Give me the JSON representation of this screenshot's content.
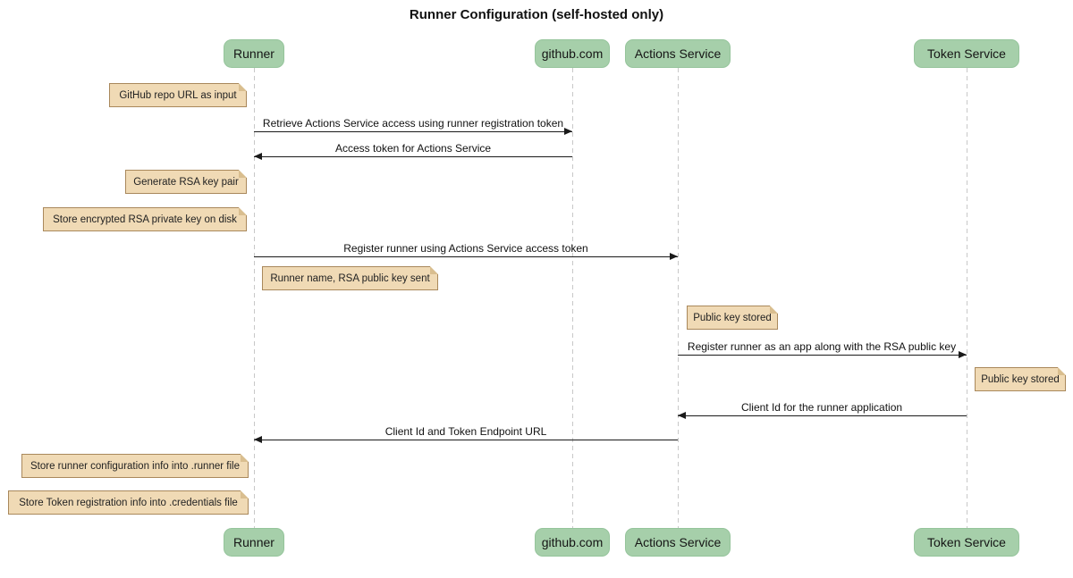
{
  "title": "Runner Configuration (self-hosted only)",
  "diagram_type": "sequence",
  "participants": [
    {
      "id": "runner",
      "label": "Runner"
    },
    {
      "id": "github",
      "label": "github.com"
    },
    {
      "id": "actions-service",
      "label": "Actions Service"
    },
    {
      "id": "token-service",
      "label": "Token Service"
    }
  ],
  "notes": [
    {
      "text": "GitHub repo URL as input",
      "anchor": "runner",
      "side": "left"
    },
    {
      "text": "Generate RSA key pair",
      "anchor": "runner",
      "side": "left"
    },
    {
      "text": "Store encrypted RSA private key on disk",
      "anchor": "runner",
      "side": "left"
    },
    {
      "text": "Runner name, RSA public key sent",
      "anchor": "runner",
      "side": "right"
    },
    {
      "text": "Public key stored",
      "anchor": "actions-service",
      "side": "right"
    },
    {
      "text": "Public key stored",
      "anchor": "token-service",
      "side": "right"
    },
    {
      "text": "Store runner configuration info into .runner file",
      "anchor": "runner",
      "side": "left"
    },
    {
      "text": "Store Token registration info into .credentials file",
      "anchor": "runner",
      "side": "left"
    }
  ],
  "messages": [
    {
      "text": "Retrieve Actions Service access using runner registration token",
      "from": "runner",
      "to": "github"
    },
    {
      "text": "Access token for Actions Service",
      "from": "github",
      "to": "runner"
    },
    {
      "text": "Register runner using Actions Service access token",
      "from": "runner",
      "to": "actions-service"
    },
    {
      "text": "Register runner as an app along with the RSA public key",
      "from": "actions-service",
      "to": "token-service"
    },
    {
      "text": "Client Id for the runner application",
      "from": "token-service",
      "to": "actions-service"
    },
    {
      "text": "Client Id and Token Endpoint URL",
      "from": "actions-service",
      "to": "runner"
    }
  ],
  "colors": {
    "background": "#FFFFFF",
    "participant_fill": "#A6CFAA",
    "participant_border": "#95C49B",
    "note_fill": "#F0DAB5",
    "note_border": "#A9885B",
    "lifeline": "#C8C8C8",
    "arrow": "#1A1A1A",
    "text": "#111111"
  }
}
